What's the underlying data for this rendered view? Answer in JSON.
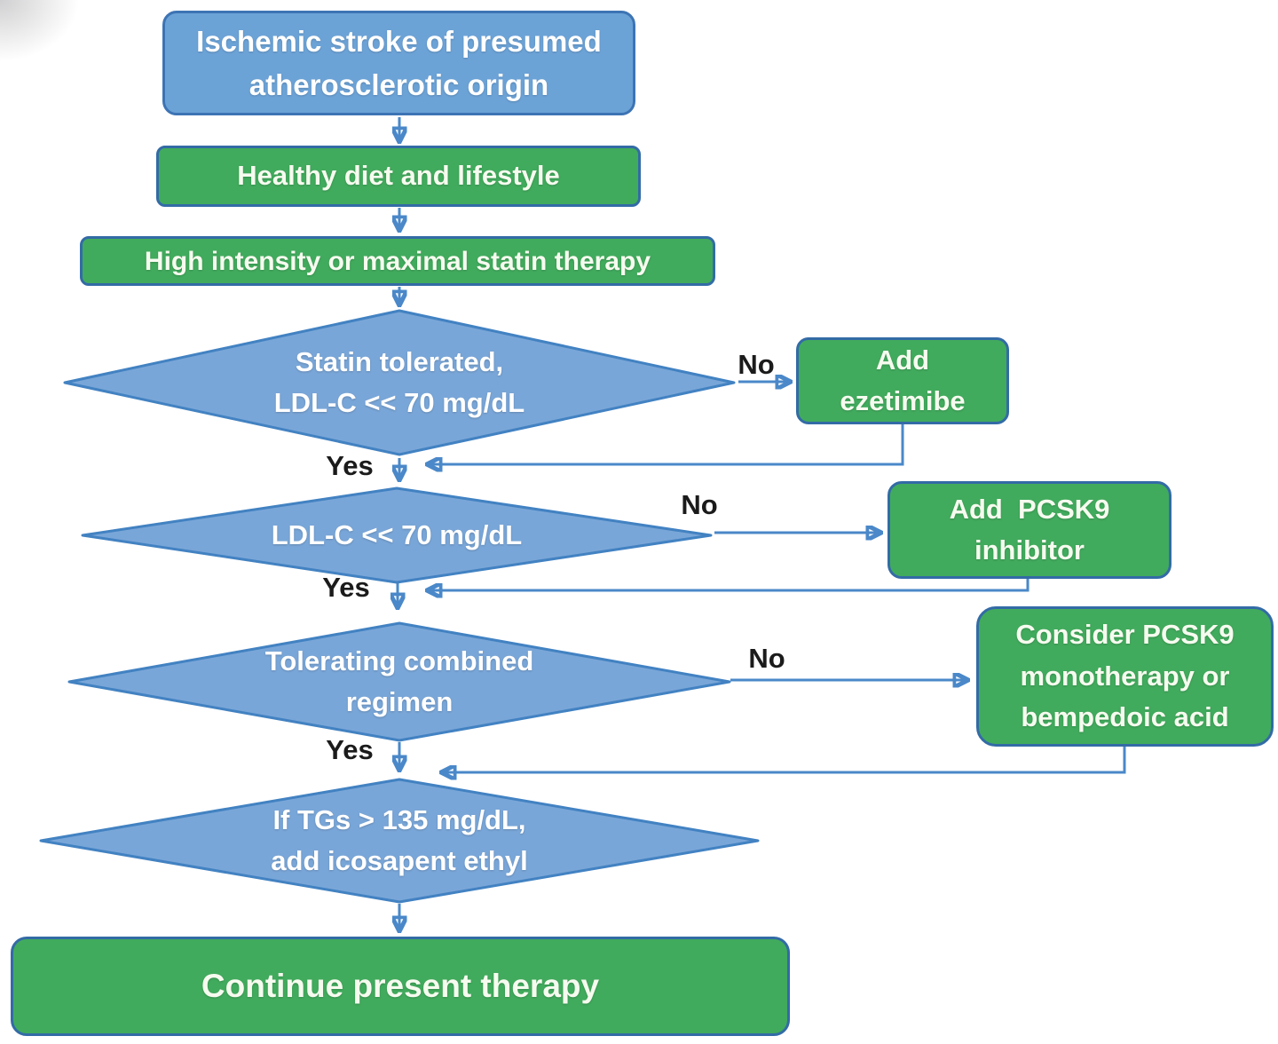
{
  "labels": {
    "yes": "Yes",
    "no": "No"
  },
  "nodes": {
    "start": {
      "lines": [
        "Ischemic stroke of presumed",
        "atherosclerotic origin"
      ]
    },
    "diet": {
      "lines": [
        "Healthy diet and lifestyle"
      ]
    },
    "statin_therapy": {
      "lines": [
        "High intensity or maximal statin therapy"
      ]
    },
    "decision_statin_tolerated": {
      "lines": [
        "Statin tolerated,",
        "LDL-C << 70 mg/dL"
      ]
    },
    "add_ezetimibe": {
      "lines": [
        "Add",
        "ezetimibe"
      ]
    },
    "decision_ldl": {
      "lines": [
        "LDL-C << 70 mg/dL"
      ]
    },
    "add_pcsk9": {
      "lines": [
        "Add  PCSK9",
        "inhibitor"
      ]
    },
    "decision_tolerating": {
      "lines": [
        "Tolerating combined",
        "regimen"
      ]
    },
    "consider_pcsk9": {
      "lines": [
        "Consider PCSK9",
        "monotherapy or",
        "bempedoic acid"
      ]
    },
    "decision_tgs": {
      "lines": [
        "If TGs > 135 mg/dL,",
        "add icosapent ethyl"
      ]
    },
    "continue_therapy": {
      "lines": [
        "Continue present therapy"
      ]
    }
  },
  "colors": {
    "process_blue_fill": "#6ca3d7",
    "process_blue_border": "#3d74b4",
    "action_green_fill": "#41ab5d",
    "action_green_border": "#336ba6",
    "decision_fill": "#79a6d8",
    "decision_border": "#4282c2",
    "connector": "#4a88c9",
    "text_on_blue": "#ffffff",
    "text_on_green": "#f6fbef",
    "branch_label_text": "#1b1b1b",
    "background": "#ffffff"
  }
}
